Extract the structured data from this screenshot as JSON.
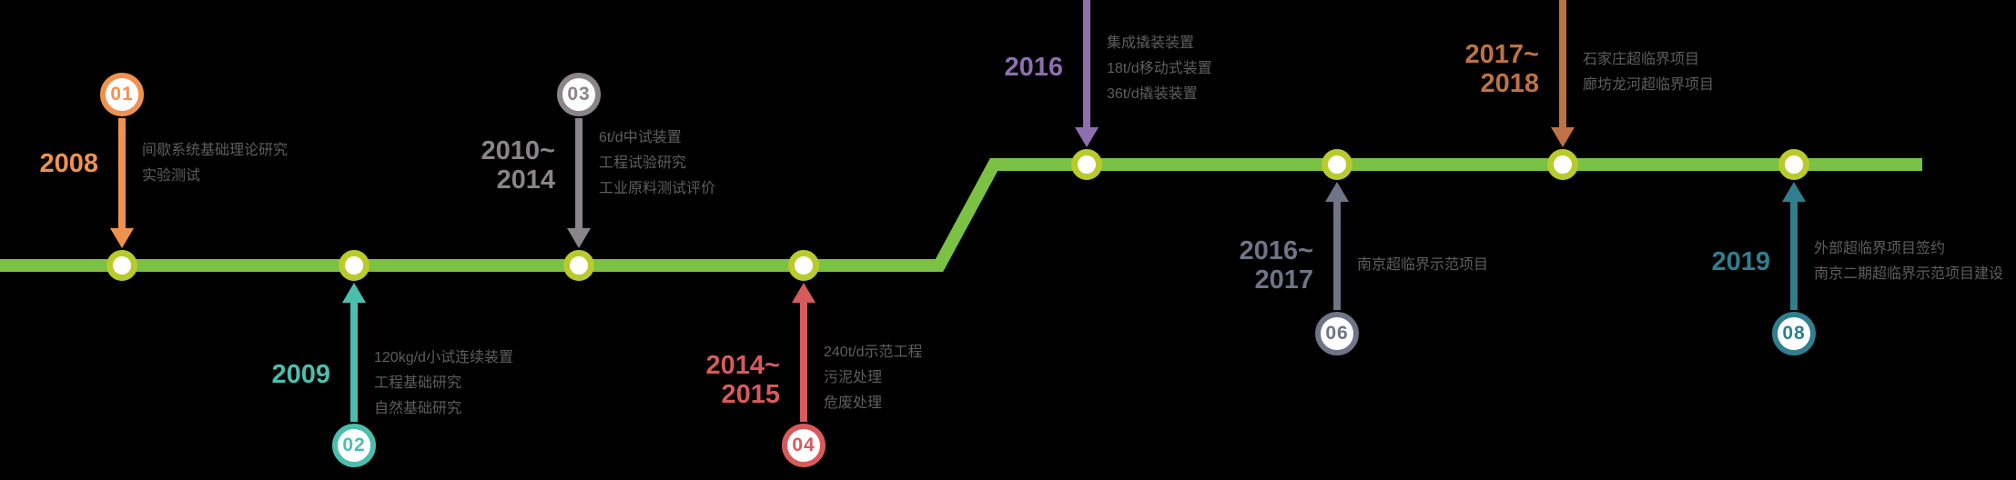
{
  "canvas": {
    "background": "#000000"
  },
  "timeline": {
    "line_color": "#7BC143",
    "node_ring_color": "#B9CB2A",
    "node_fill_color": "#FFFFFF",
    "desc_color": "#5E5E5E"
  },
  "milestones": [
    {
      "number": "01",
      "year": "2008",
      "color": "#F0924E",
      "desc": [
        "间歇系统基础理论研究",
        "实验测试"
      ]
    },
    {
      "number": "02",
      "year": "2009",
      "color": "#4BBFAE",
      "desc": [
        "120kg/d小试连续装置",
        "工程基础研究",
        "自然基础研究"
      ]
    },
    {
      "number": "03",
      "year": "2010~\n2014",
      "color": "#8B8488",
      "desc": [
        "6t/d中试装置",
        "工程试验研究",
        "工业原料测试评价"
      ]
    },
    {
      "number": "04",
      "year": "2014~\n2015",
      "color": "#D75A5C",
      "desc": [
        "240t/d示范工程",
        "污泥处理",
        "危废处理"
      ]
    },
    {
      "year": "2016",
      "color": "#8E6FAE",
      "desc": [
        "集成撬装装置",
        "18t/d移动式装置",
        "36t/d撬装装置"
      ]
    },
    {
      "number": "06",
      "year": "2016~\n2017",
      "color": "#6F7486",
      "desc": [
        "南京超临界示范项目"
      ]
    },
    {
      "year": "2017~\n2018",
      "color": "#BE7245",
      "desc": [
        "石家庄超临界项目",
        "廊坊龙河超临界项目"
      ]
    },
    {
      "number": "08",
      "year": "2019",
      "color": "#2F7F8E",
      "desc": [
        "外部超临界项目签约",
        "南京二期超临界示范项目建设"
      ]
    }
  ]
}
